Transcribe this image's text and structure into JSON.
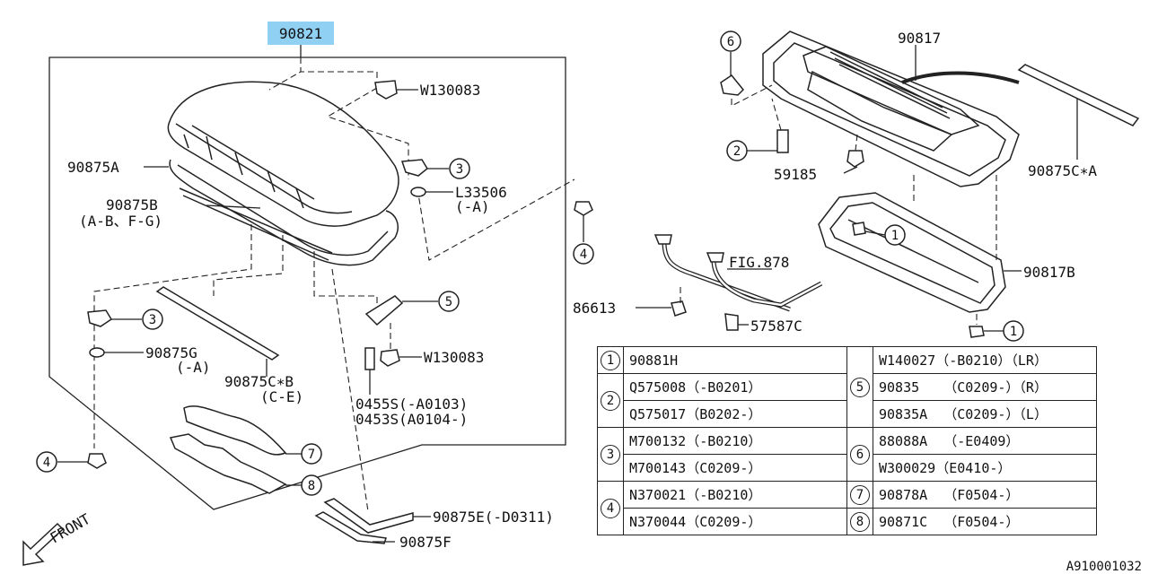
{
  "header": {
    "part_number": "90821",
    "drawing_code": "A910001032"
  },
  "labels": {
    "w130083_top": "W130083",
    "90875a": "90875A",
    "90875b": "90875B",
    "90875b_sub": "(A-B、F-G)",
    "l33506": "L33506",
    "l33506_sub": "(-A)",
    "90875g": "90875G",
    "90875g_sub": "(-A)",
    "90875cb": "90875C∗B",
    "90875cb_sub": "(C-E)",
    "w130083_mid": "W130083",
    "0455s": "0455S(-A0103)",
    "0453s": "0453S(A0104-)",
    "90875e": "90875E(-D0311)",
    "90875f": "90875F",
    "90817": "90817",
    "90875ca": "90875C∗A",
    "59185": "59185",
    "90817b": "90817B",
    "fig878": "FIG.878",
    "86613": "86613",
    "57587c": "57587C",
    "front": "FRONT"
  },
  "callouts": [
    "1",
    "2",
    "3",
    "4",
    "5",
    "6",
    "7",
    "8"
  ],
  "parts_table": [
    {
      "ref": "1",
      "rows": [
        "90881H"
      ]
    },
    {
      "ref": "2",
      "rows": [
        "Q575008（-B0201）",
        "Q575017（B0202-）"
      ]
    },
    {
      "ref": "3",
      "rows": [
        "M700132（-B0210）",
        "M700143（C0209-）"
      ]
    },
    {
      "ref": "4",
      "rows": [
        "N370021（-B0210）",
        "N370044（C0209-）"
      ]
    },
    {
      "ref": "5",
      "rows": [
        "W140027（-B0210）（LR）",
        "90835   （C0209-）（R）",
        "90835A  （C0209-）（L）"
      ]
    },
    {
      "ref": "6",
      "rows": [
        "88088A  （-E0409）",
        "W300029（E0410-）"
      ]
    },
    {
      "ref": "7",
      "rows": [
        "90878A  （F0504-）"
      ]
    },
    {
      "ref": "8",
      "rows": [
        "90871C  （F0504-）"
      ]
    }
  ]
}
